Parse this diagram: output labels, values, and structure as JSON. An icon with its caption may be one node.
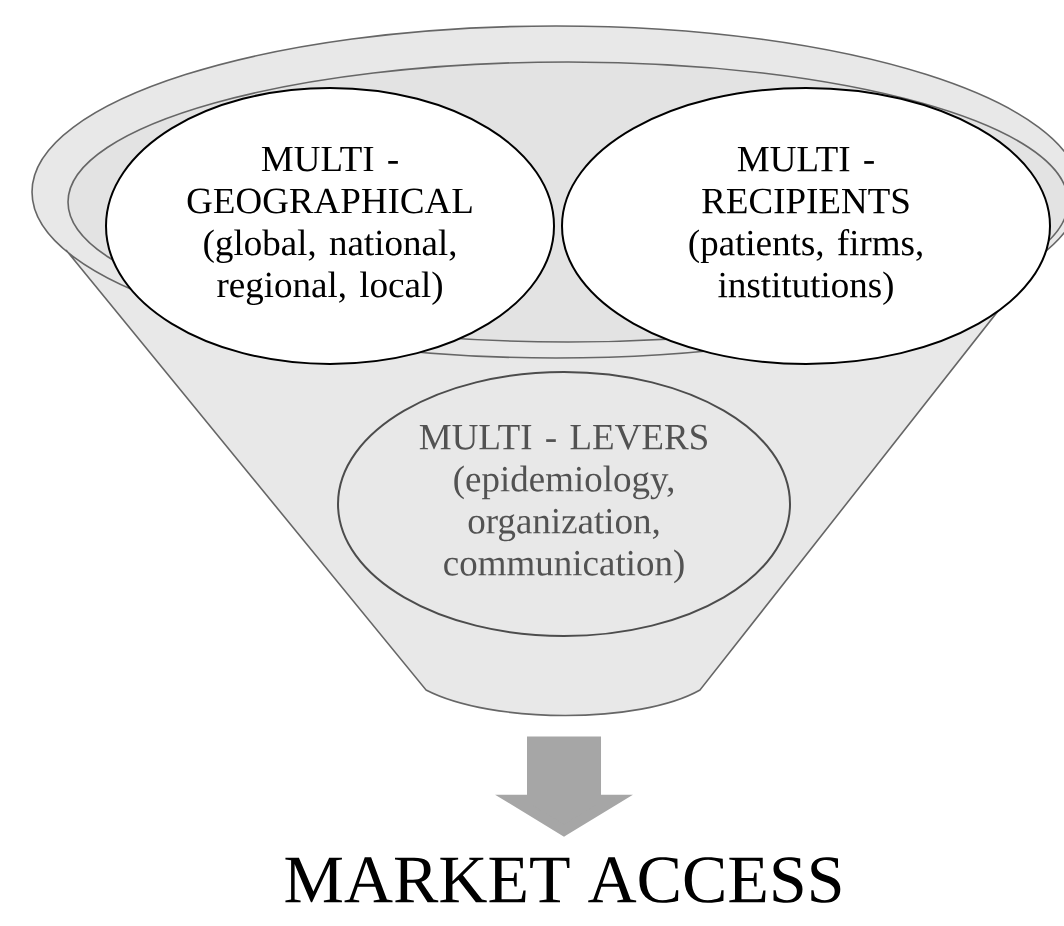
{
  "diagram": {
    "nodes": [
      {
        "text": [],
        "shape": "funnel"
      },
      {
        "text": [
          "MULTI - GEOGRAPHICAL",
          "(global, national, regional, local)"
        ],
        "in": 0
      },
      {
        "text": [
          "MULTI - RECIPIENTS",
          "(patients, firms, institutions)"
        ],
        "in": 0
      },
      {
        "text": [
          "MULTI - LEVERS",
          "(epidemiology, organization, communication)"
        ],
        "in": 0
      },
      {
        "text": [
          "MARKET ACCESS"
        ]
      }
    ],
    "edges": [
      {
        "from": 0,
        "to": 4,
        "arrow": "to"
      }
    ]
  }
}
